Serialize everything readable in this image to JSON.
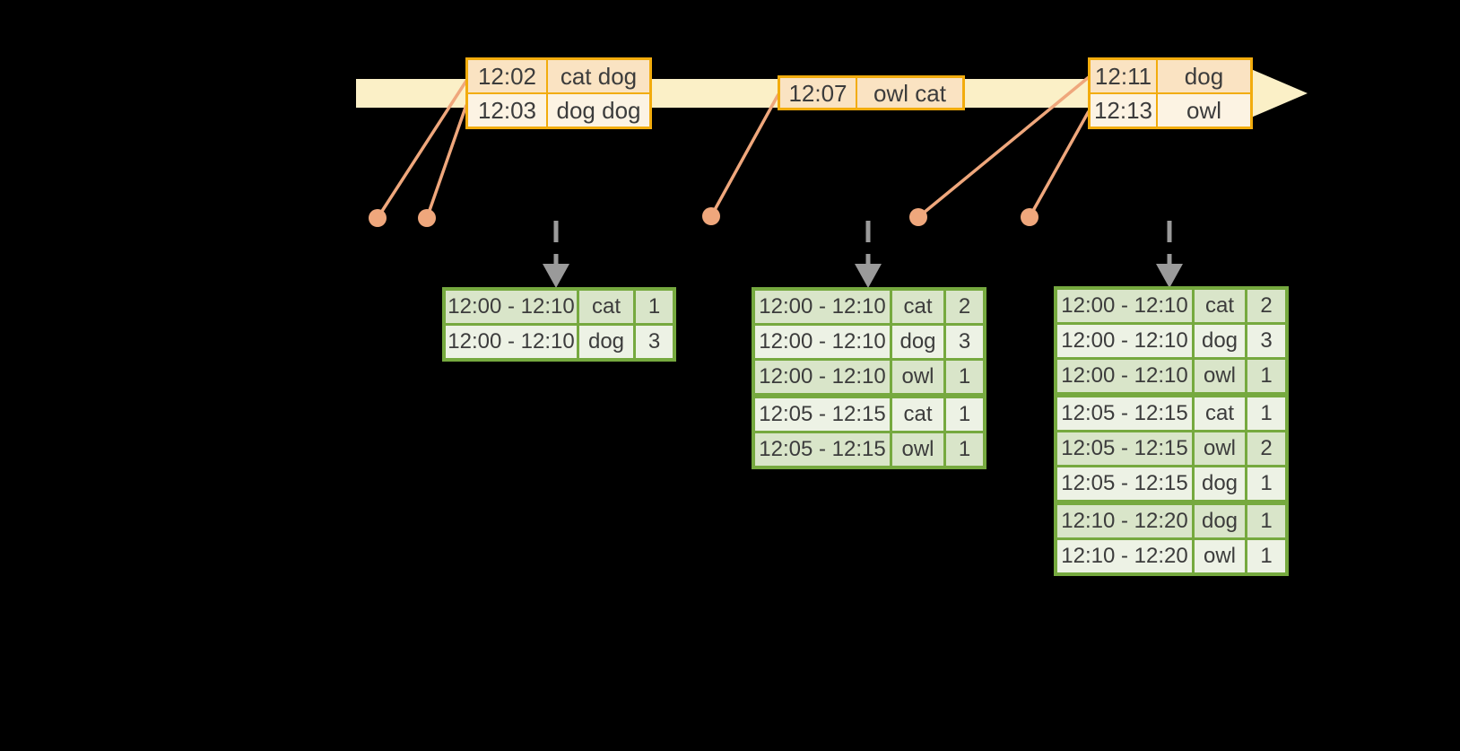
{
  "colors": {
    "background": "#000000",
    "timeline_bar": "#FBF0C7",
    "event_table_border": "#F2AC0D",
    "event_row_fill_dark": "#FAE3C2",
    "event_row_fill_light": "#FCF3E3",
    "connector": "#EFA77C",
    "trigger_arrow": "#9A9A9A",
    "result_table_border": "#76A93F",
    "result_row_fill_dark": "#D9E5C9",
    "result_row_fill_light": "#EDF2E5",
    "text": "#3C3C3C"
  },
  "event_tables": [
    {
      "rows": [
        {
          "time": "12:02",
          "words": "cat dog"
        },
        {
          "time": "12:03",
          "words": "dog dog"
        }
      ]
    },
    {
      "rows": [
        {
          "time": "12:07",
          "words": "owl cat"
        }
      ]
    },
    {
      "rows": [
        {
          "time": "12:11",
          "words": "dog"
        },
        {
          "time": "12:13",
          "words": "owl"
        }
      ]
    }
  ],
  "result_tables": [
    {
      "rows": [
        {
          "window": "12:00 - 12:10",
          "word": "cat",
          "count": "1"
        },
        {
          "window": "12:00 - 12:10",
          "word": "dog",
          "count": "3"
        }
      ]
    },
    {
      "rows": [
        {
          "window": "12:00 - 12:10",
          "word": "cat",
          "count": "2"
        },
        {
          "window": "12:00 - 12:10",
          "word": "dog",
          "count": "3"
        },
        {
          "window": "12:00 - 12:10",
          "word": "owl",
          "count": "1"
        },
        {
          "window": "12:05 - 12:15",
          "word": "cat",
          "count": "1"
        },
        {
          "window": "12:05 - 12:15",
          "word": "owl",
          "count": "1"
        }
      ]
    },
    {
      "rows": [
        {
          "window": "12:00 - 12:10",
          "word": "cat",
          "count": "2"
        },
        {
          "window": "12:00 - 12:10",
          "word": "dog",
          "count": "3"
        },
        {
          "window": "12:00 - 12:10",
          "word": "owl",
          "count": "1"
        },
        {
          "window": "12:05 - 12:15",
          "word": "cat",
          "count": "1"
        },
        {
          "window": "12:05 - 12:15",
          "word": "owl",
          "count": "2"
        },
        {
          "window": "12:05 - 12:15",
          "word": "dog",
          "count": "1"
        },
        {
          "window": "12:10 - 12:20",
          "word": "dog",
          "count": "1"
        },
        {
          "window": "12:10 - 12:20",
          "word": "owl",
          "count": "1"
        }
      ]
    }
  ]
}
